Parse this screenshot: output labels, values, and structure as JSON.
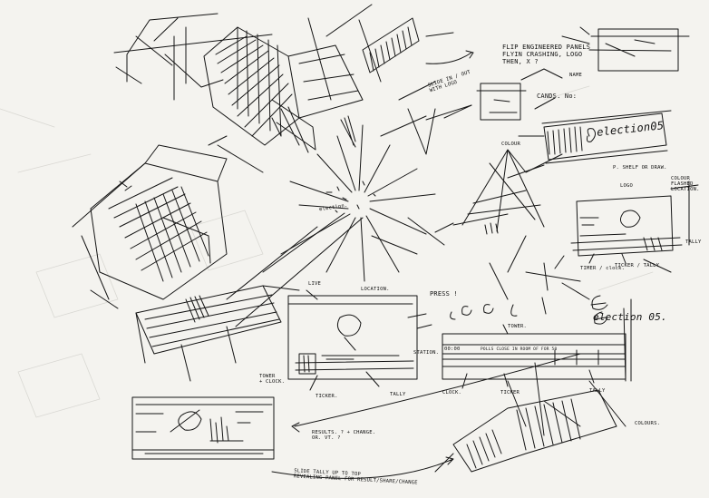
{
  "notes": {
    "flip_panels": "FLIP ENGINEERED PANELS\nFLYIN CRASHING, LOGO\nTHEN, X ?",
    "slide_out": "SLIDE IN / OUT\nWITH LOGO",
    "name": "NAME",
    "candidate_no": "CANDS. No:",
    "colour_1": "COLOUR",
    "shelf": "P. SHELF OR DRAW.",
    "logo": "LOGO",
    "colour_flash": "COLOUR\nFLASHED\nLOCATION.",
    "timer_clock": "TIMER / clock.",
    "ticker_tally_1": "TICKER / TALLY",
    "tally_1": "TALLY",
    "live": "LIVE",
    "location": "LOCATION.",
    "press": "PRESS !",
    "tower": "TOWER.",
    "station": "STATION.",
    "tower_clock": "TOWER\n+ CLOCK.",
    "ticker_2": "TICKER.",
    "tally_2": "TALLY",
    "clock": "CLOCK.",
    "ticker_3": "TICKER",
    "tally_3": "TALLY",
    "colours": "COLOURS.",
    "results": "RESULTS. ? + CHANGE.\nOR. VT. ?",
    "slide_tally": "SLIDE TALLY UP TO TOP\nREVEALING PANEL FOR RESULT/SHARE/CHANGE",
    "burst_logo": "election.",
    "logo_big": "election 05.",
    "panel_logo": "election05",
    "clock_digits": "00:00",
    "ticker_text": "POLLS CLOSE IN ROOM OF FOR 50"
  },
  "icons": [
    "election-logo-mark",
    "sparkle-burst-icon"
  ]
}
